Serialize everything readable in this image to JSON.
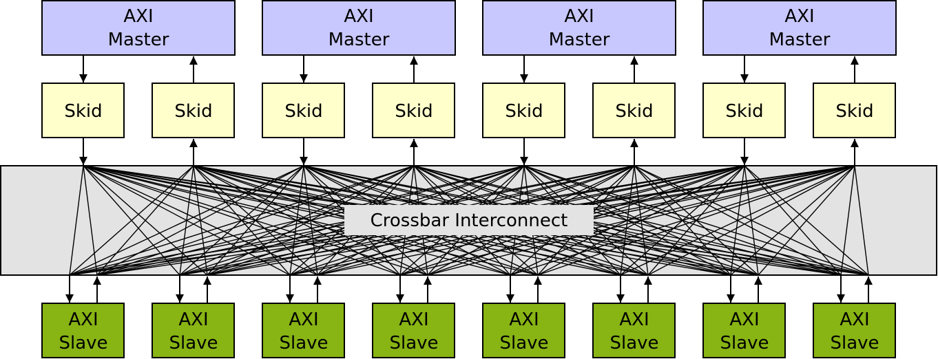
{
  "masters": [
    {
      "line1": "AXI",
      "line2": "Master"
    },
    {
      "line1": "AXI",
      "line2": "Master"
    },
    {
      "line1": "AXI",
      "line2": "Master"
    },
    {
      "line1": "AXI",
      "line2": "Master"
    }
  ],
  "skids": [
    "Skid",
    "Skid",
    "Skid",
    "Skid",
    "Skid",
    "Skid",
    "Skid",
    "Skid"
  ],
  "crossbar": {
    "label": "Crossbar Interconnect"
  },
  "slaves": [
    {
      "line1": "AXI",
      "line2": "Slave"
    },
    {
      "line1": "AXI",
      "line2": "Slave"
    },
    {
      "line1": "AXI",
      "line2": "Slave"
    },
    {
      "line1": "AXI",
      "line2": "Slave"
    },
    {
      "line1": "AXI",
      "line2": "Slave"
    },
    {
      "line1": "AXI",
      "line2": "Slave"
    },
    {
      "line1": "AXI",
      "line2": "Slave"
    },
    {
      "line1": "AXI",
      "line2": "Slave"
    }
  ],
  "colors": {
    "master_fill": "#c8c8ff",
    "skid_fill": "#ffffcc",
    "crossbar_fill": "#e3e3e3",
    "slave_fill": "#88b414",
    "stroke": "#000000"
  }
}
